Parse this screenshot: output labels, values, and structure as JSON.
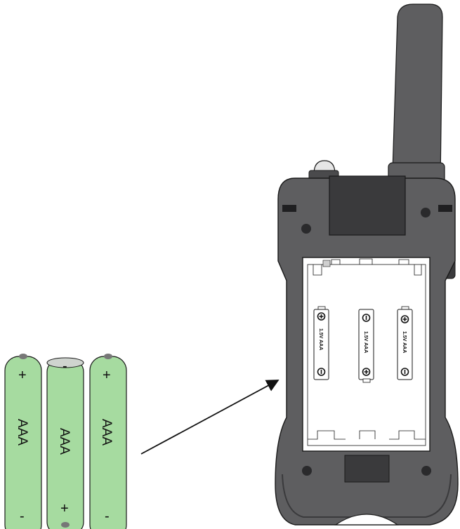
{
  "colors": {
    "battery_fill": "#a6dba0",
    "battery_cap": "#cfd4cf",
    "device_body": "#5e5e60",
    "device_dark": "#3a3a3c",
    "compartment": "#ffffff",
    "outline": "#1a1a1a"
  },
  "batteries": [
    {
      "label": "AAA",
      "top_sign": "+",
      "bottom_sign": "-"
    },
    {
      "label": "AAA",
      "top_sign": "-",
      "bottom_sign": "+"
    },
    {
      "label": "AAA",
      "top_sign": "+",
      "bottom_sign": "-"
    }
  ],
  "compartment_slots": [
    {
      "label": "1.5V AAA",
      "top_symbol": "plus",
      "bottom_symbol": "minus"
    },
    {
      "label": "1.5V AAA",
      "top_symbol": "minus",
      "bottom_symbol": "plus"
    },
    {
      "label": "1.5V AAA",
      "top_symbol": "plus",
      "bottom_symbol": "minus"
    }
  ],
  "icons": {
    "arrow": "insert-arrow-icon",
    "radio": "two-way-radio-icon"
  }
}
